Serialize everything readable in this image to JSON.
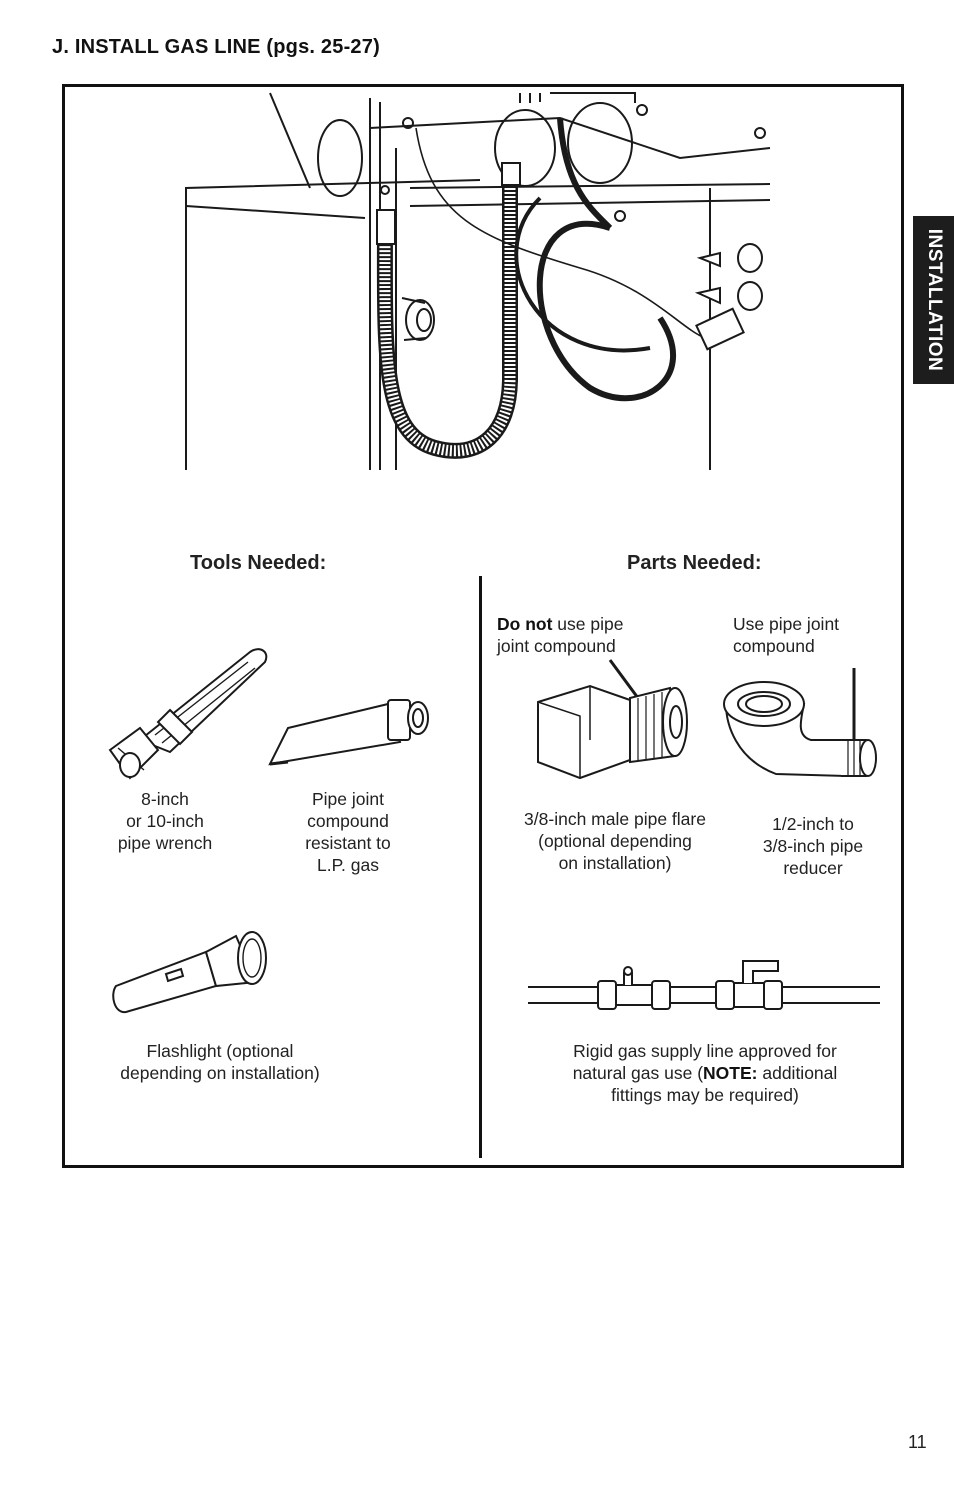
{
  "heading": "J. INSTALL GAS LINE (pgs. 25-27)",
  "side_tab": "INSTALLATION",
  "tools": {
    "title": "Tools Needed:",
    "wrench": [
      "8-inch",
      "or 10-inch",
      "pipe wrench"
    ],
    "compound": [
      "Pipe joint",
      "compound",
      "resistant to",
      "L.P. gas"
    ],
    "flashlight": [
      "Flashlight (optional",
      "depending on installation)"
    ]
  },
  "parts": {
    "title": "Parts Needed:",
    "no_compound_bold": "Do not",
    "no_compound_rest": " use pipe",
    "no_compound_line2": "joint compound",
    "use_compound": [
      "Use pipe joint",
      "compound"
    ],
    "flare_frac": "3/8",
    "flare_line1": "-inch male pipe flare",
    "flare_line2": "(optional depending",
    "flare_line3": "on installation)",
    "reducer_frac1": "1/2",
    "reducer_line1": "-inch to",
    "reducer_frac2": "3/8",
    "reducer_line2": "-inch pipe",
    "reducer_line3": "reducer",
    "supply_line1": "Rigid gas supply line approved for",
    "supply_line2a": "natural gas use (",
    "supply_note": "NOTE:",
    "supply_line2b": " additional",
    "supply_line3": "fittings may be required)"
  },
  "page_number": "11"
}
